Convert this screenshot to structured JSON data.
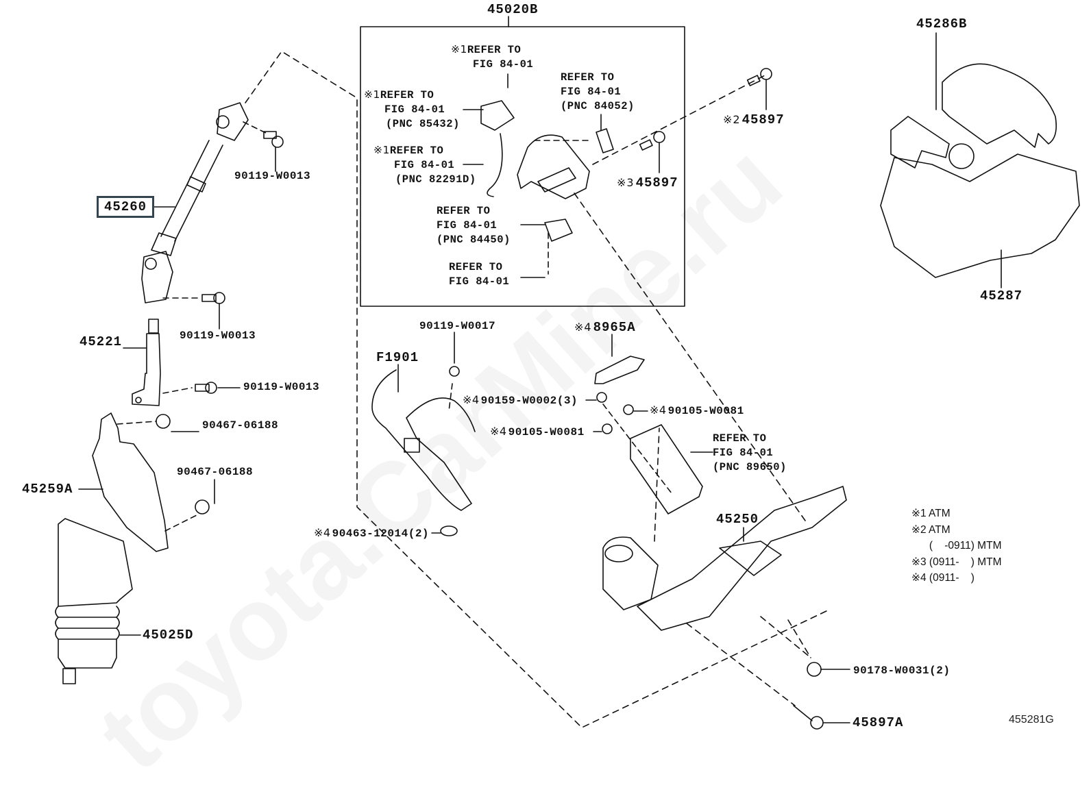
{
  "diagram": {
    "figure_id": "455281G",
    "watermark": "toyota.CarMine.ru",
    "highlighted_part": "45260",
    "assembly_box_label": "45020B",
    "parts": [
      {
        "id": "p45260",
        "number": "45260",
        "highlighted": true
      },
      {
        "id": "p90119a",
        "number": "90119-W0013"
      },
      {
        "id": "p90119b",
        "number": "90119-W0013"
      },
      {
        "id": "p90119c",
        "number": "90119-W0013"
      },
      {
        "id": "p45221",
        "number": "45221"
      },
      {
        "id": "p90467a",
        "number": "90467-06188"
      },
      {
        "id": "p90467b",
        "number": "90467-06188"
      },
      {
        "id": "p45259A",
        "number": "45259A"
      },
      {
        "id": "p45025D",
        "number": "45025D"
      },
      {
        "id": "p45020B",
        "number": "45020B"
      },
      {
        "id": "pF1901",
        "number": "F1901"
      },
      {
        "id": "p90119W0017",
        "number": "90119-W0017"
      },
      {
        "id": "p8965A",
        "number": "8965A",
        "mark": "※4"
      },
      {
        "id": "p90159",
        "number": "90159-W0002(3)",
        "mark": "※4"
      },
      {
        "id": "p90105a",
        "number": "90105-W0081",
        "mark": "※4"
      },
      {
        "id": "p90105b",
        "number": "90105-W0081",
        "mark": "※4"
      },
      {
        "id": "p90463",
        "number": "90463-12014(2)",
        "mark": "※4"
      },
      {
        "id": "p45897a",
        "number": "45897",
        "mark": "※2"
      },
      {
        "id": "p45897b",
        "number": "45897",
        "mark": "※3"
      },
      {
        "id": "p45286B",
        "number": "45286B"
      },
      {
        "id": "p45287",
        "number": "45287"
      },
      {
        "id": "p45250",
        "number": "45250"
      },
      {
        "id": "p90178",
        "number": "90178-W0031(2)"
      },
      {
        "id": "p45897A",
        "number": "45897A"
      }
    ],
    "references": [
      {
        "mark": "※1",
        "lines": [
          "REFER TO",
          "FIG 84-01"
        ]
      },
      {
        "mark": "※1",
        "lines": [
          "REFER TO",
          "FIG 84-01",
          "(PNC 85432)"
        ]
      },
      {
        "mark": "",
        "lines": [
          "REFER TO",
          "FIG 84-01",
          "(PNC 84052)"
        ]
      },
      {
        "mark": "※1",
        "lines": [
          "REFER TO",
          "FIG 84-01",
          "(PNC 82291D)"
        ]
      },
      {
        "mark": "",
        "lines": [
          "REFER TO",
          "FIG 84-01",
          "(PNC 84450)"
        ]
      },
      {
        "mark": "",
        "lines": [
          "REFER TO",
          "FIG 84-01"
        ]
      },
      {
        "mark": "",
        "lines": [
          "REFER TO",
          "FIG 84-01",
          "(PNC 89650)"
        ]
      }
    ],
    "notes": [
      "※1 ATM",
      "※2 ATM",
      "      (    -0911) MTM",
      "※3 (0911-    ) MTM",
      "※4 (0911-    )"
    ]
  }
}
